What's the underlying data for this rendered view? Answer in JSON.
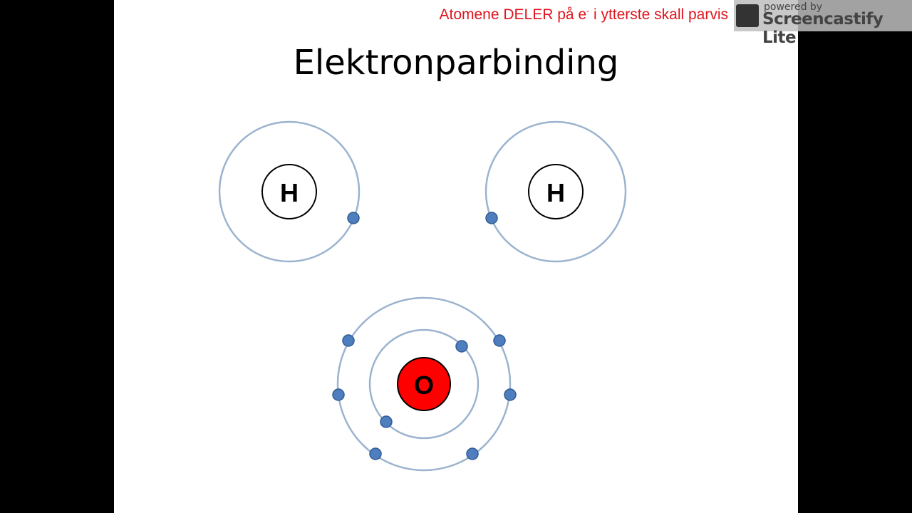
{
  "slide": {
    "title": "Elektronparbinding",
    "caption": {
      "text": "Atomene DELER på e",
      "superscript": "-",
      "rest": " i ytterste skall parvis"
    },
    "atoms": [
      {
        "symbol": "H",
        "nucleus_color": "#ffffff",
        "shell_electrons": [
          1
        ]
      },
      {
        "symbol": "H",
        "nucleus_color": "#ffffff",
        "shell_electrons": [
          1
        ]
      },
      {
        "symbol": "O",
        "nucleus_color": "#ff0000",
        "shell_electrons": [
          2,
          6
        ]
      }
    ],
    "colors": {
      "shell": "#9bb3cf",
      "electron": "#4f7ebf",
      "caption": "#e0141e"
    }
  },
  "watermark": {
    "powered_by": "powered by",
    "name": "Screencastify Lite",
    "icon": "film-icon"
  }
}
